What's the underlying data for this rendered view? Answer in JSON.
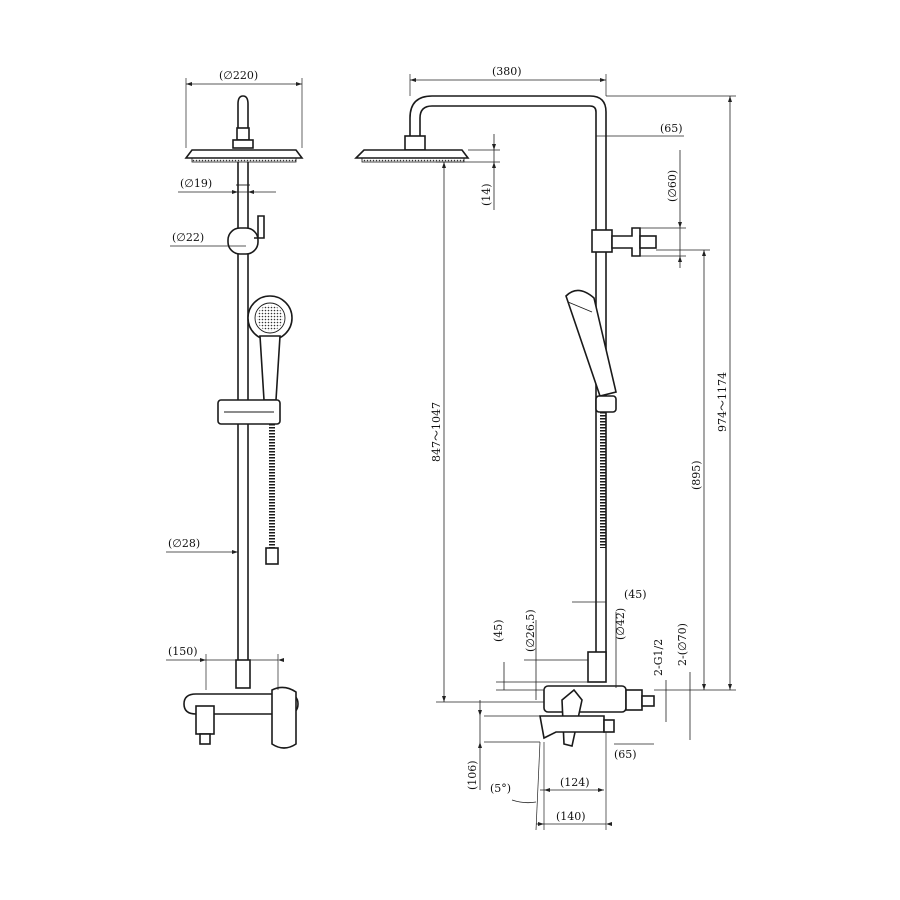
{
  "dimensions": {
    "overhead_diameter": "(∅220)",
    "rail_top_diameter": "(∅19)",
    "mount_diameter": "(∅22)",
    "rail_bottom_diameter": "(∅28)",
    "mixer_spacing": "(150)",
    "arm_length": "(380)",
    "arm_offset": "(65)",
    "head_thickness": "(14)",
    "bracket_diameter": "(∅60)",
    "head_height_range": "847～1047",
    "rail_length": "(895)",
    "total_height_range": "974～1174",
    "mixer_offset_45": "(45)",
    "mixer_height_45": "(45)",
    "pipe_diameter_26_5": "(∅26.5)",
    "body_diameter_42": "(∅42)",
    "thread_size": "2-G1/2",
    "flange_diameter": "2-(∅70)",
    "spout_height": "(106)",
    "spout_angle": "(5°)",
    "spout_reach_124": "(124)",
    "wall_offset_65": "(65)",
    "spout_reach_140": "(140)"
  }
}
